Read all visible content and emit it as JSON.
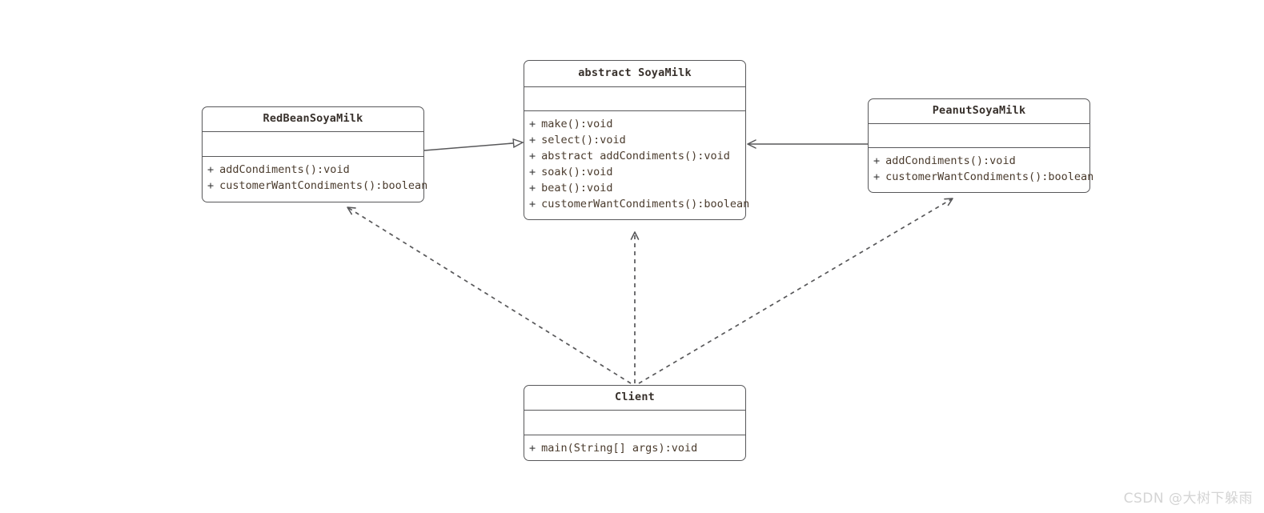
{
  "diagram": {
    "kind": "uml-class-diagram",
    "background": "#ffffff",
    "line_color": "#58585a",
    "text_color": "#4a3b2d"
  },
  "classes": {
    "soyamilk": {
      "name": "abstract SoyaMilk",
      "attributes": [],
      "methods": [
        {
          "visibility": "+",
          "signature": "make():void"
        },
        {
          "visibility": "+",
          "signature": "select():void"
        },
        {
          "visibility": "+",
          "signature": "abstract addCondiments():void"
        },
        {
          "visibility": "+",
          "signature": "soak():void"
        },
        {
          "visibility": "+",
          "signature": "beat():void"
        },
        {
          "visibility": "+",
          "signature": "customerWantCondiments():boolean"
        }
      ]
    },
    "redbean": {
      "name": "RedBeanSoyaMilk",
      "attributes": [],
      "methods": [
        {
          "visibility": "+",
          "signature": "addCondiments():void"
        },
        {
          "visibility": "+",
          "signature": "customerWantCondiments():boolean"
        }
      ]
    },
    "peanut": {
      "name": "PeanutSoyaMilk",
      "attributes": [],
      "methods": [
        {
          "visibility": "+",
          "signature": "addCondiments():void"
        },
        {
          "visibility": "+",
          "signature": "customerWantCondiments():boolean"
        }
      ]
    },
    "client": {
      "name": "Client",
      "attributes": [],
      "methods": [
        {
          "visibility": "+",
          "signature": "main(String[] args):void"
        }
      ]
    }
  },
  "relations": [
    {
      "id": "redbean-extends-soyamilk",
      "from": "RedBeanSoyaMilk",
      "to": "abstract SoyaMilk",
      "type": "generalization",
      "style": "solid",
      "arrow": "hollow-triangle"
    },
    {
      "id": "peanut-extends-soyamilk",
      "from": "PeanutSoyaMilk",
      "to": "abstract SoyaMilk",
      "type": "generalization",
      "style": "solid",
      "arrow": "open"
    },
    {
      "id": "client-uses-soyamilk",
      "from": "Client",
      "to": "abstract SoyaMilk",
      "type": "dependency",
      "style": "dashed",
      "arrow": "open"
    },
    {
      "id": "client-uses-redbean",
      "from": "Client",
      "to": "RedBeanSoyaMilk",
      "type": "dependency",
      "style": "dashed",
      "arrow": "open"
    },
    {
      "id": "client-uses-peanut",
      "from": "Client",
      "to": "PeanutSoyaMilk",
      "type": "dependency",
      "style": "dashed",
      "arrow": "open"
    }
  ],
  "watermark": {
    "text": "CSDN @大树下躲雨"
  }
}
